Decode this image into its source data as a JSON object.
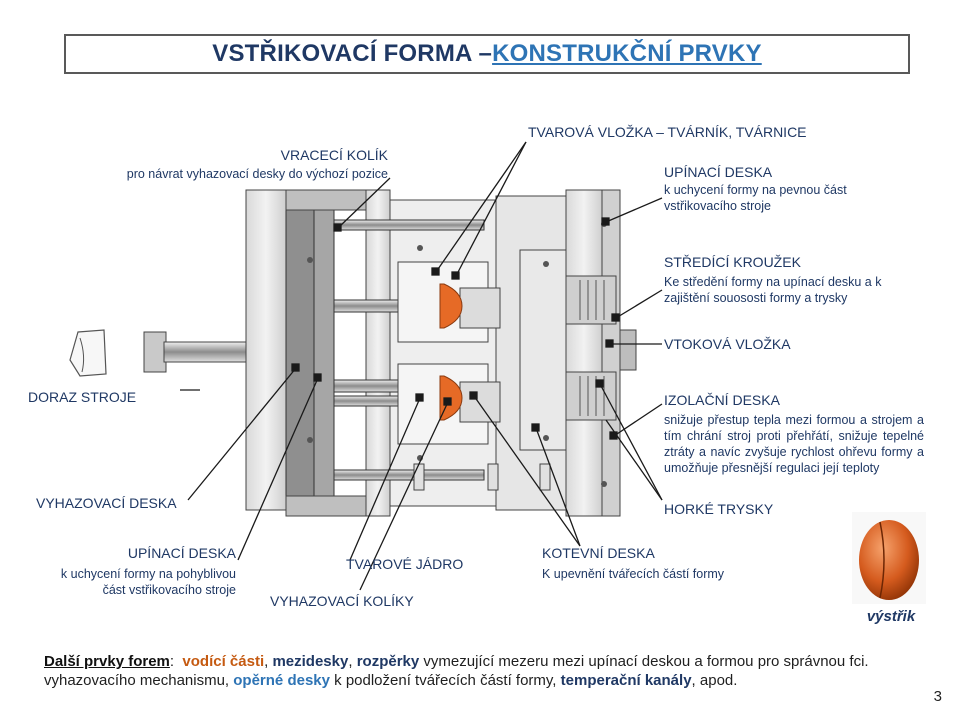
{
  "title": {
    "main": "VSTŘIKOVACÍ FORMA – ",
    "link": "KONSTRUKČNÍ PRVKY"
  },
  "labels": {
    "vraceci_kolik": {
      "title": "VRACECÍ KOLÍK",
      "desc": "pro návrat vyhazovací desky do výchozí pozice"
    },
    "tvarova_vlozka": {
      "title": "TVAROVÁ VLOŽKA – TVÁRNÍK, TVÁRNICE"
    },
    "upinaci_deska_pevna": {
      "title": "UPÍNACÍ DESKA",
      "desc": "k uchycení formy na pevnou část vstřikovacího stroje"
    },
    "stredici_krouzek": {
      "title": "STŘEDÍCÍ KROUŽEK",
      "desc": "Ke středění formy na upínací desku a k zajištění souososti formy a trysky"
    },
    "vtokova_vlozka": {
      "title": "VTOKOVÁ VLOŽKA"
    },
    "doraz_stroje": {
      "title": "DORAZ STROJE"
    },
    "izolacni_deska": {
      "title": "IZOLAČNÍ DESKA",
      "desc": "snižuje přestup tepla mezi formou a strojem a tím chrání stroj proti přehřátí, snižuje tepelné ztráty a navíc zvyšuje rychlost ohřevu formy a umožňuje přesnější regulaci její teploty"
    },
    "vyhazovaci_deska": {
      "title": "VYHAZOVACÍ DESKA"
    },
    "horke_trysky": {
      "title": "HORKÉ TRYSKY"
    },
    "upinaci_deska_pohybliva": {
      "title": "UPÍNACÍ DESKA",
      "desc": "k uchycení formy na pohyblivou část vstřikovacího stroje"
    },
    "tvarove_jadro": {
      "title": "TVAROVÉ JÁDRO"
    },
    "vyhazovaci_koliky": {
      "title": "VYHAZOVACÍ KOLÍKY"
    },
    "kotevni_deska": {
      "title": "KOTEVNÍ DESKA",
      "desc": "K upevnění tvářecích částí formy"
    }
  },
  "vystrik": "výstřik",
  "bottom": {
    "head": "Další prvky forem",
    "colon": ":",
    "p1": "vodící části",
    "s1": ", ",
    "p2": "mezidesky",
    "s2": ", ",
    "p3": "rozpěrky",
    "s3": " vymezující mezeru mezi upínací deskou  a formou pro správnou fci. vyhazovacího mechanismu, ",
    "p4": "opěrné desky",
    "s4": " k podložení tvářecích částí formy, ",
    "p5": "temperační kanály",
    "s5": ", apod."
  },
  "page_number": "3",
  "colors": {
    "title": "#1f3864",
    "accent": "#2e74b5",
    "orange": "#c55a11",
    "part": "#e87a3c"
  }
}
